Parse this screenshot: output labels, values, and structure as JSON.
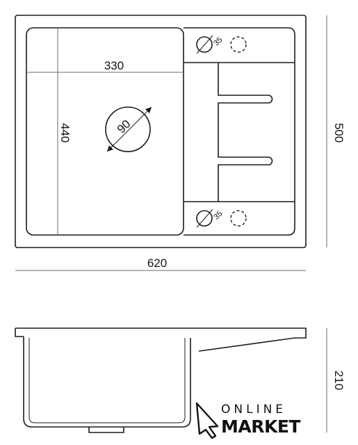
{
  "dimensions": {
    "bowl_width": "330",
    "bowl_height": "440",
    "drain_diameter": "90",
    "tap_hole_top": "35",
    "tap_hole_bottom": "35",
    "overall_width": "620",
    "overall_depth": "500",
    "bowl_depth": "210"
  },
  "logo": {
    "line1": "ONLINE",
    "line2": "MARKET"
  }
}
